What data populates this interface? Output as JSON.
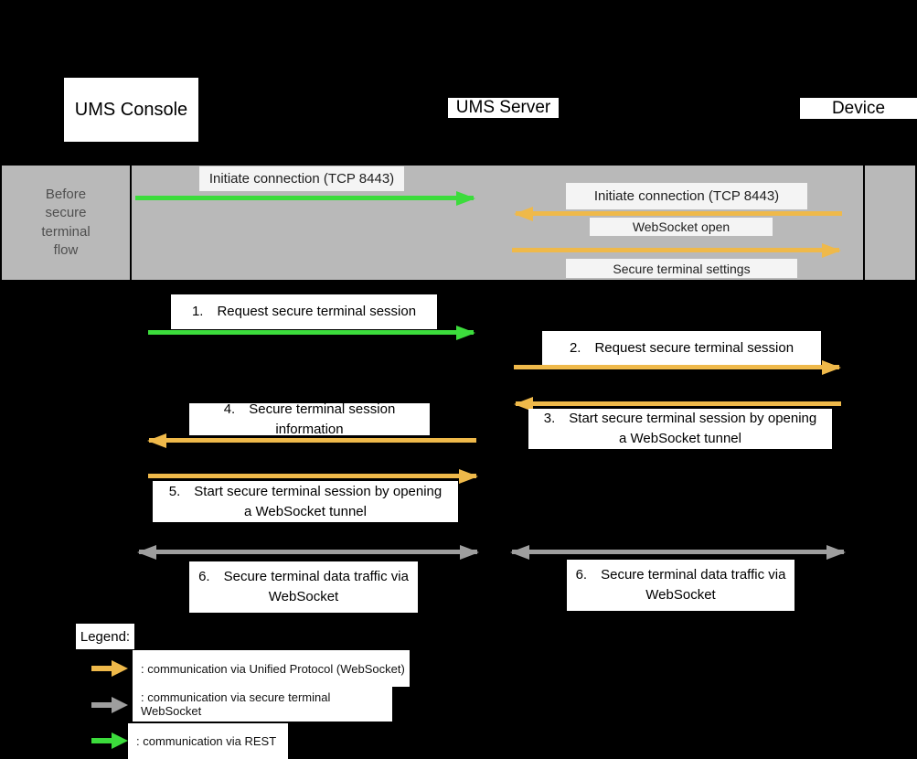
{
  "colors": {
    "green": "#3CDC3C",
    "orange": "#EFB94A",
    "gray_arrow": "#9E9E9E",
    "band_bg": "#B9B9B9",
    "band_label_text": "#4F4F4F",
    "band_msg_bg": "#F4F4F4"
  },
  "actors": {
    "console": "UMS Console",
    "server": "UMS Server",
    "device": "Device"
  },
  "band": {
    "label": "Before secure terminal flow",
    "messages": [
      {
        "label": "Initiate connection (TCP 8443)",
        "protocol": "rest"
      },
      {
        "label": "Initiate connection (TCP 8443)",
        "protocol": "unified"
      },
      {
        "label": "WebSocket open",
        "protocol": "unified"
      },
      {
        "label": "Secure terminal settings",
        "protocol": "unified"
      }
    ]
  },
  "steps": [
    {
      "num": "1.",
      "line1": "Request secure terminal session",
      "line2": "",
      "protocol": "rest"
    },
    {
      "num": "2.",
      "line1": "Request secure terminal session",
      "line2": "",
      "protocol": "unified"
    },
    {
      "num": "3.",
      "line1": "Start secure terminal session by opening",
      "line2": "a WebSocket tunnel",
      "protocol": "unified"
    },
    {
      "num": "4.",
      "line1": "Secure terminal session",
      "line2": "information",
      "protocol": "unified"
    },
    {
      "num": "5.",
      "line1": "Start secure terminal session by opening",
      "line2": "a WebSocket tunnel",
      "protocol": "unified"
    },
    {
      "num": "6.",
      "line1": "Secure terminal data traffic via",
      "line2": "WebSocket",
      "protocol": "secure-terminal"
    },
    {
      "num": "6.",
      "line1": "Secure terminal data traffic via",
      "line2": "WebSocket",
      "protocol": "secure-terminal"
    }
  ],
  "legend": {
    "title": "Legend:",
    "items": [
      {
        "label": ": communication via Unified Protocol (WebSocket)",
        "arrow": "unified"
      },
      {
        "label": ": communication via secure terminal WebSocket",
        "arrow": "secure-terminal"
      },
      {
        "label": ": communication via REST",
        "arrow": "rest"
      }
    ]
  }
}
